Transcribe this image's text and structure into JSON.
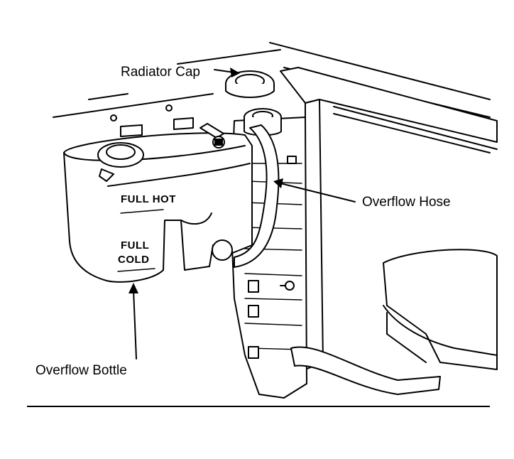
{
  "labels": {
    "radiator_cap": "Radiator Cap",
    "overflow_hose": "Overflow Hose",
    "overflow_bottle": "Overflow Bottle"
  },
  "bottle_markings": {
    "full_hot": "FULL HOT",
    "full": "FULL",
    "cold": "COLD"
  },
  "colors": {
    "ink": "#000000",
    "paper": "#ffffff"
  }
}
